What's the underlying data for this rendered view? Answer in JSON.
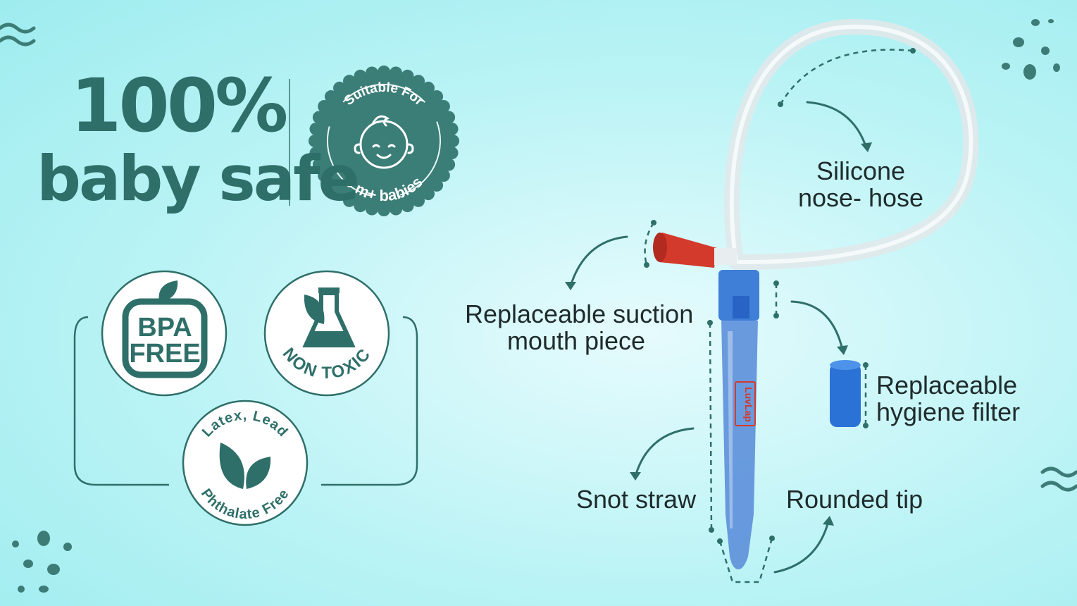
{
  "headline": {
    "line1": "100%",
    "line2": "baby safe"
  },
  "age_badge": {
    "top_text": "Suitable For",
    "bottom_text": "0 m+ babies"
  },
  "badges": {
    "bpa": {
      "line1": "BPA",
      "line2": "FREE"
    },
    "non_toxic": {
      "text": "NON TOXIC"
    },
    "latex": {
      "top_text": "Latex, Lead",
      "bottom_text": "Phthalate Free"
    }
  },
  "callouts": {
    "hose": {
      "line1": "Silicone",
      "line2": "nose- hose"
    },
    "mouthpiece": {
      "line1": "Replaceable suction",
      "line2": "mouth piece"
    },
    "filter": {
      "line1": "Replaceable",
      "line2": "hygiene filter"
    },
    "straw": {
      "text": "Snot straw"
    },
    "tip": {
      "text": "Rounded tip"
    }
  },
  "brand_label": "LuvLap",
  "colors": {
    "teal": "#2f6f69",
    "background": "#b9f3f5",
    "tube_blue": "#4a7fd6",
    "mouthpiece_red": "#d33a2c"
  }
}
